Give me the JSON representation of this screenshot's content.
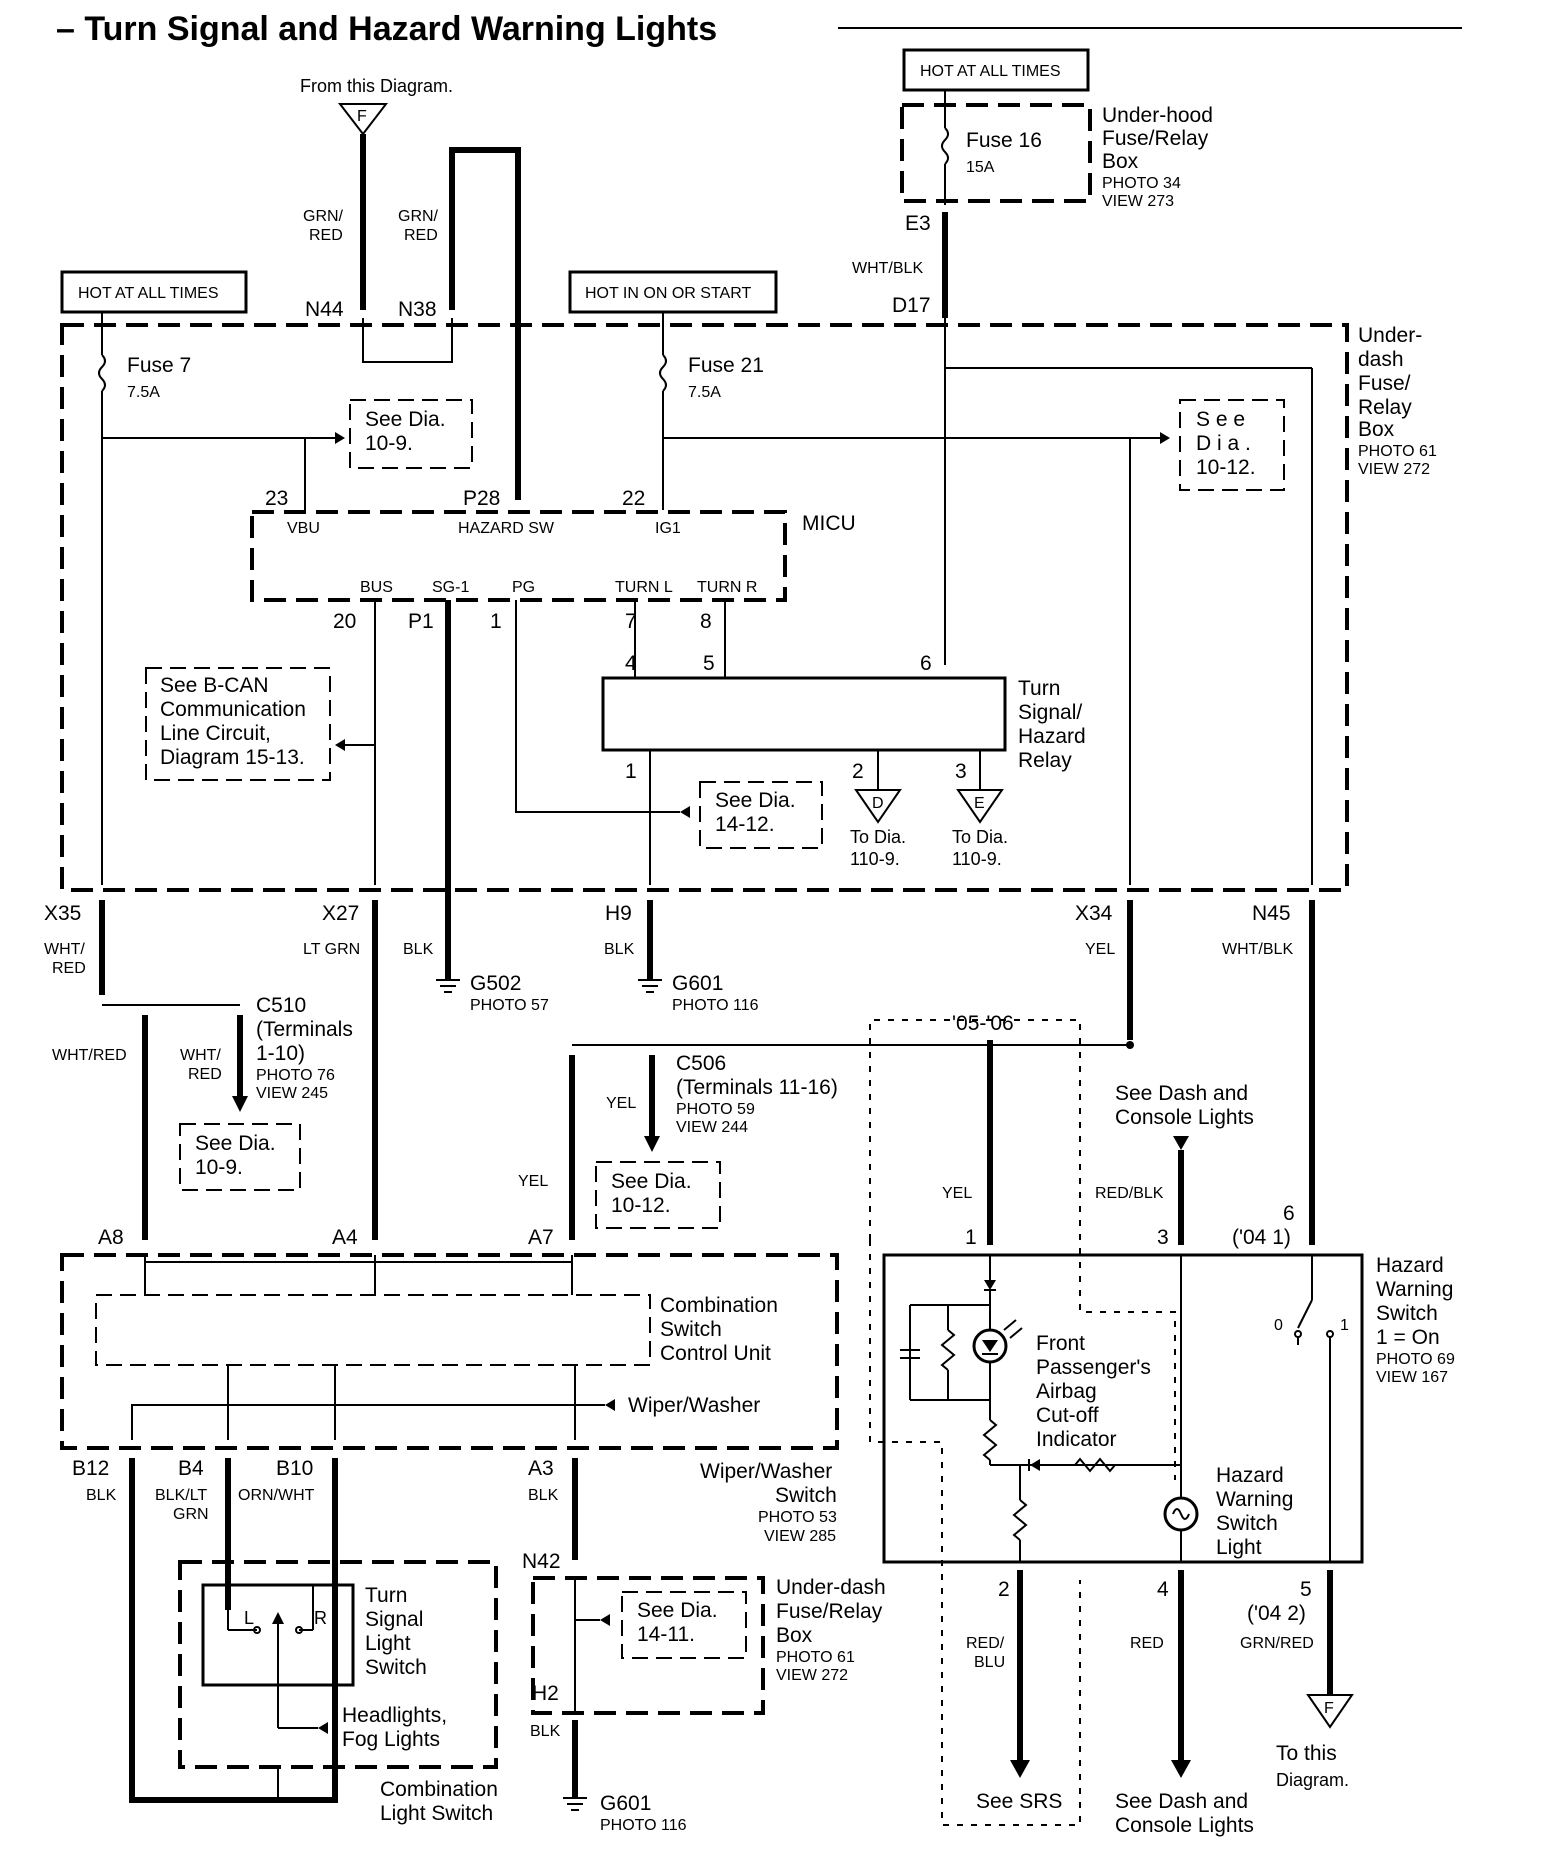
{
  "title": "– Turn Signal and Hazard Warning Lights",
  "labels": {
    "from_this_diagram": "From this Diagram.",
    "hot_all_times_1": "HOT AT ALL TIMES",
    "hot_all_times_2": "HOT AT ALL TIMES",
    "hot_in_on": "HOT IN ON OR START",
    "fuse7": "Fuse 7",
    "fuse7_amp": "7.5A",
    "fuse21": "Fuse 21",
    "fuse21_amp": "7.5A",
    "fuse16": "Fuse 16",
    "fuse16_amp": "15A",
    "underhood_1": "Under-hood",
    "underhood_2": "Fuse/Relay",
    "underhood_3": "Box",
    "underhood_4": "PHOTO 34",
    "underhood_5": "VIEW 273",
    "underdash_1": "Under-",
    "underdash_2": "dash",
    "underdash_3": "Fuse/",
    "underdash_4": "Relay",
    "underdash_5": "Box",
    "underdash_6": "PHOTO 61",
    "underdash_7": "VIEW 272",
    "see_10_9_a": "See Dia.",
    "see_10_9_b": "10-9.",
    "see_10_12_a": "S e e",
    "see_10_12_b": "D i a .",
    "see_10_12_c": "10-12.",
    "micu": "MICU",
    "vbu": "VBU",
    "hazard_sw": "HAZARD SW",
    "ig1": "IG1",
    "bus": "BUS",
    "sg1": "SG-1",
    "pg": "PG",
    "turn_l": "TURN L",
    "turn_r": "TURN R",
    "bcan_1": "See B-CAN",
    "bcan_2": "Communication",
    "bcan_3": "Line Circuit,",
    "bcan_4": "Diagram 15-13.",
    "relay_1": "Turn",
    "relay_2": "Signal/",
    "relay_3": "Hazard",
    "relay_4": "Relay",
    "see_14_12_a": "See Dia.",
    "see_14_12_b": "14-12.",
    "to_dia_d_1": "To Dia.",
    "to_dia_d_2": "110-9.",
    "to_dia_e_1": "To Dia.",
    "to_dia_e_2": "110-9.",
    "c510_1": "C510",
    "c510_2": "(Terminals",
    "c510_3": "1-10)",
    "c510_4": "PHOTO 76",
    "c510_5": "VIEW 245",
    "see_10_9_2a": "See Dia.",
    "see_10_9_2b": "10-9.",
    "g502": "G502",
    "g502_photo": "PHOTO 57",
    "g601a": "G601",
    "g601a_photo": "PHOTO 116",
    "c506_1": "C506",
    "c506_2": "(Terminals 11-16)",
    "c506_3": "PHOTO 59",
    "c506_4": "VIEW 244",
    "see_10_12_2a": "See Dia.",
    "see_10_12_2b": "10-12.",
    "year_0506": "'05-'06",
    "see_dash_top_1": "See Dash and",
    "see_dash_top_2": "Console Lights",
    "combo_1": "Combination",
    "combo_2": "Switch",
    "combo_3": "Control Unit",
    "wiper_washer_in": "Wiper/Washer",
    "wiper_sw_1": "Wiper/Washer",
    "wiper_sw_2": "Switch",
    "wiper_sw_3": "PHOTO 53",
    "wiper_sw_4": "VIEW 285",
    "haz_sw_1": "Hazard",
    "haz_sw_2": "Warning",
    "haz_sw_3": "Switch",
    "haz_sw_4": "1 = On",
    "haz_sw_5": "PHOTO 69",
    "haz_sw_6": "VIEW 167",
    "airbag_1": "Front",
    "airbag_2": "Passenger's",
    "airbag_3": "Airbag",
    "airbag_4": "Cut-off",
    "airbag_5": "Indicator",
    "hazlight_1": "Hazard",
    "hazlight_2": "Warning",
    "hazlight_3": "Switch",
    "hazlight_4": "Light",
    "sw_0": "0",
    "sw_1": "1",
    "turnsw_1": "Turn",
    "turnsw_2": "Signal",
    "turnsw_3": "Light",
    "turnsw_4": "Switch",
    "turnsw_l": "L",
    "turnsw_r": "R",
    "headlights_1": "Headlights,",
    "headlights_2": "Fog Lights",
    "combo_light_1": "Combination",
    "combo_light_2": "Light Switch",
    "ud2_1": "Under-dash",
    "ud2_2": "Fuse/Relay",
    "ud2_3": "Box",
    "ud2_4": "PHOTO 61",
    "ud2_5": "VIEW 272",
    "see_14_11_a": "See Dia.",
    "see_14_11_b": "14-11.",
    "g601b": "G601",
    "g601b_photo": "PHOTO 116",
    "see_srs": "See SRS",
    "see_dash_bot_1": "See Dash and",
    "see_dash_bot_2": "Console Lights",
    "to_this_1": "To this",
    "to_this_2": "Diagram.",
    "conn_f_top": "F",
    "conn_f_bot": "F",
    "conn_d": "D",
    "conn_e": "E"
  },
  "connectors": {
    "n44": "N44",
    "n38": "N38",
    "d17": "D17",
    "e3": "E3",
    "x35": "X35",
    "x27": "X27",
    "h9": "H9",
    "x34": "X34",
    "n45": "N45",
    "a8": "A8",
    "a4": "A4",
    "a7": "A7",
    "b12": "B12",
    "b4": "B4",
    "b10": "B10",
    "a3": "A3",
    "n42": "N42",
    "h2": "H2",
    "p1": "P1",
    "pin23": "23",
    "p28": "P28",
    "pin22": "22",
    "pin20": "20",
    "pin1": "1",
    "pin7": "7",
    "pin8": "8",
    "pin4": "4",
    "pin5": "5",
    "pin6": "6",
    "r1": "1",
    "r2": "2",
    "r3": "3",
    "hz1": "1",
    "hz3": "3",
    "hz6": "6",
    "hz6b": "('04 1)",
    "hz2": "2",
    "hz4": "4",
    "hz5": "5",
    "hz5b": "('04 2)"
  },
  "wires": {
    "grn_red_1a": "GRN/",
    "grn_red_1b": "RED",
    "grn_red_2a": "GRN/",
    "grn_red_2b": "RED",
    "wht_blk_top": "WHT/BLK",
    "wht_red_a": "WHT/",
    "wht_red_b": "RED",
    "lt_grn": "LT GRN",
    "blk_p1": "BLK",
    "blk_h9": "BLK",
    "yel_x34": "YEL",
    "wht_blk_n45": "WHT/BLK",
    "wht_red_left": "WHT/RED",
    "wht_red_c510a": "WHT/",
    "wht_red_c510b": "RED",
    "yel_c506": "YEL",
    "yel_a7": "YEL",
    "yel_airbag": "YEL",
    "red_blk": "RED/BLK",
    "blk_b12": "BLK",
    "blk_lt_grn_a": "BLK/LT",
    "blk_lt_grn_b": "GRN",
    "orn_wht": "ORN/WHT",
    "blk_a3": "BLK",
    "blk_h2": "BLK",
    "red_blu_a": "RED/",
    "red_blu_b": "BLU",
    "red": "RED",
    "grn_red_bot": "GRN/RED"
  }
}
